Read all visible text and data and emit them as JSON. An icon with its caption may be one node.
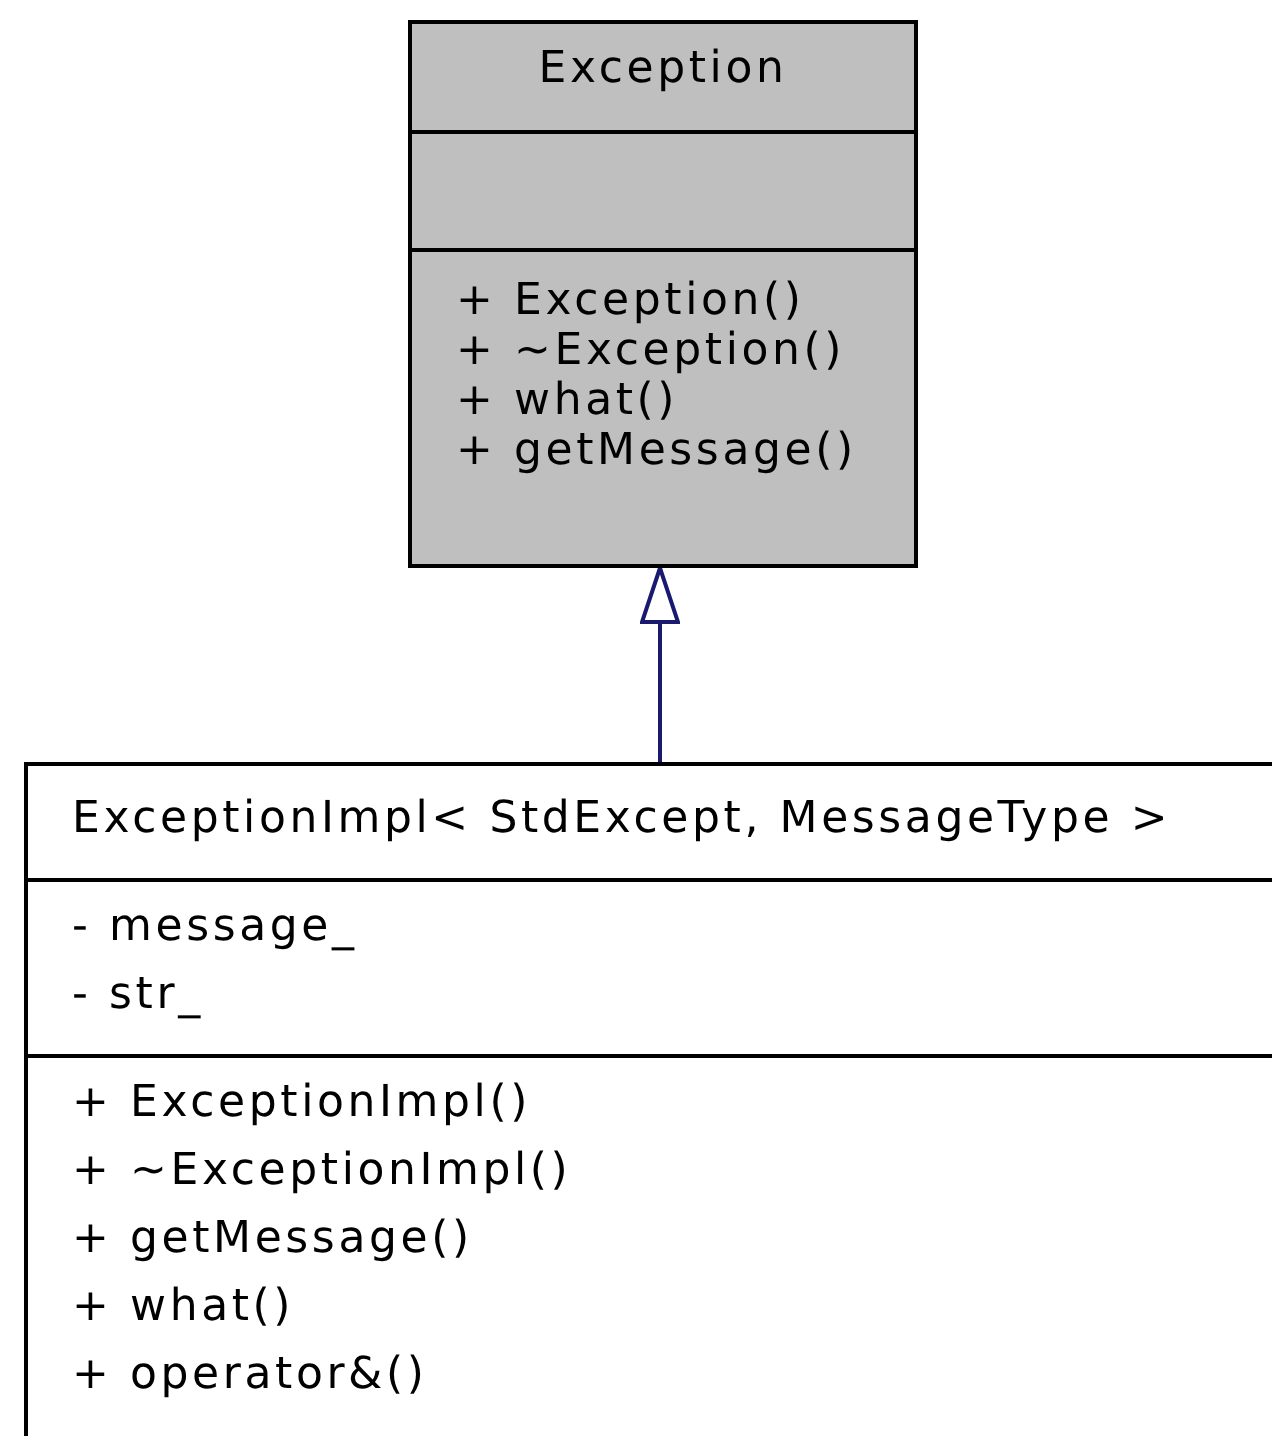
{
  "diagram": {
    "nodes": [
      {
        "text": [
          "Exception",
          "+ Exception()",
          "+ ~Exception()",
          "+ what()",
          "+ getMessage()"
        ]
      },
      {
        "text": [
          "ExceptionImpl< StdExcept, MessageType >",
          "- message_",
          "- str_",
          "+ ExceptionImpl()",
          "+ ~ExceptionImpl()",
          "+ getMessage()",
          "+ what()",
          "+ operator&()"
        ]
      }
    ],
    "edges": [
      {
        "from": 1,
        "to": 0,
        "arrow": "to",
        "color": "#191970"
      }
    ]
  }
}
